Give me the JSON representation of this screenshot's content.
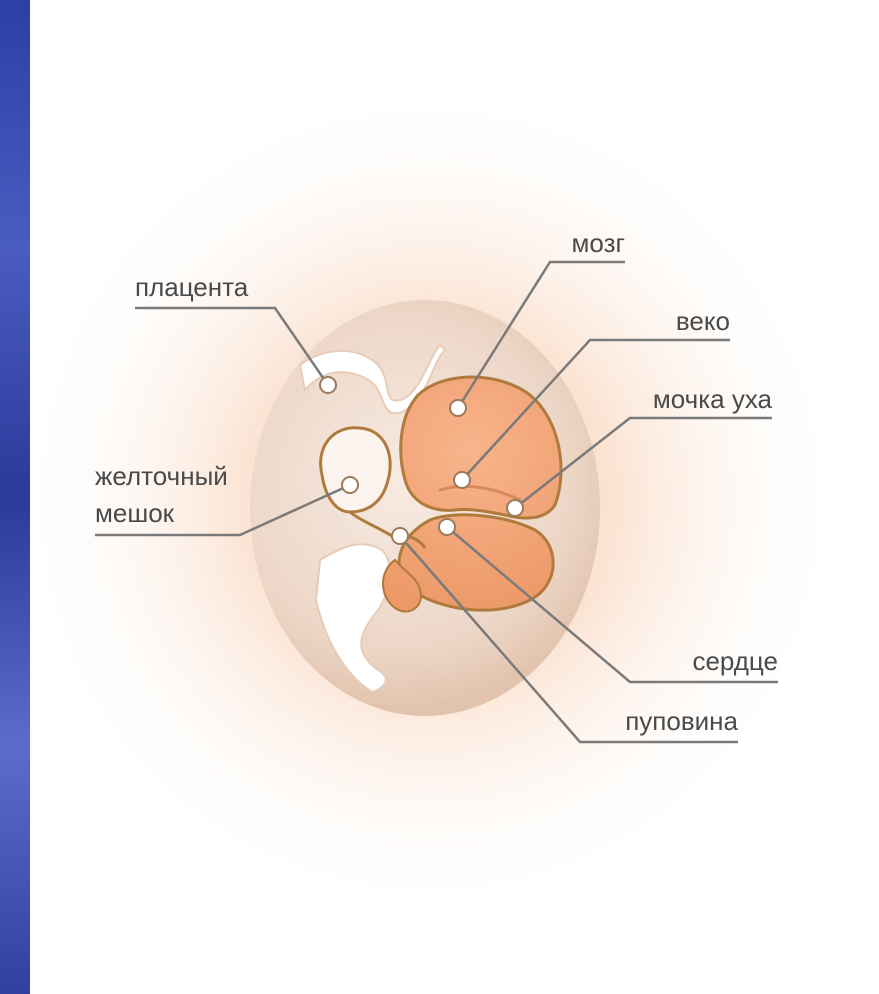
{
  "diagram": {
    "labels": {
      "placenta": "плацента",
      "yolk_sac_line1": "желточный",
      "yolk_sac_line2": "мешок",
      "brain": "мозг",
      "eyelid": "веко",
      "earlobe": "мочка уха",
      "heart": "сердце",
      "umbilical_cord": "пуповина"
    },
    "colors": {
      "glow": "#f6c9a8",
      "sac": "#efd8c8",
      "embryo": "#f2a377",
      "outline": "#b07a3d",
      "leader": "#7a7a7a",
      "strip": "#2b3fa6"
    }
  }
}
